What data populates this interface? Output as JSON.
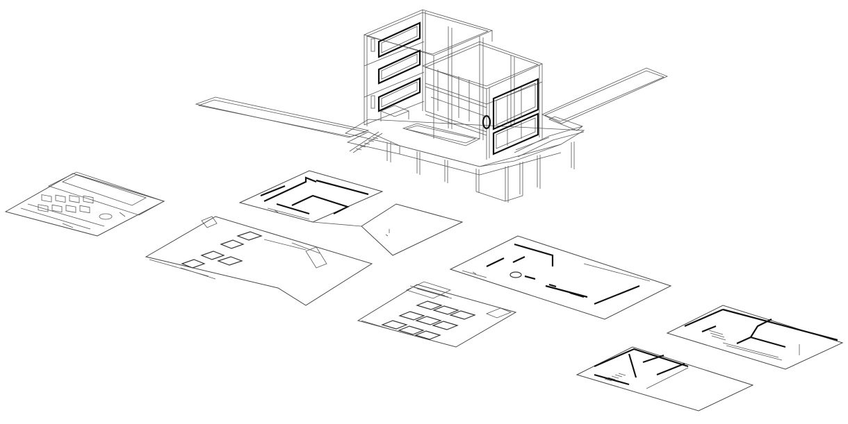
{
  "drawing": {
    "kind": "exploded isometric architectural drawing",
    "line_color": "#333333",
    "background": "#ffffff",
    "components": [
      {
        "id": "axonometric-building",
        "label": ""
      },
      {
        "id": "floor-plan-1",
        "label": ""
      },
      {
        "id": "floor-plan-2",
        "label": ""
      },
      {
        "id": "floor-plan-3",
        "label": ""
      },
      {
        "id": "floor-plan-4",
        "label": ""
      },
      {
        "id": "floor-plan-5",
        "label": ""
      },
      {
        "id": "floor-plan-6",
        "label": ""
      },
      {
        "id": "floor-plan-7",
        "label": ""
      }
    ]
  }
}
